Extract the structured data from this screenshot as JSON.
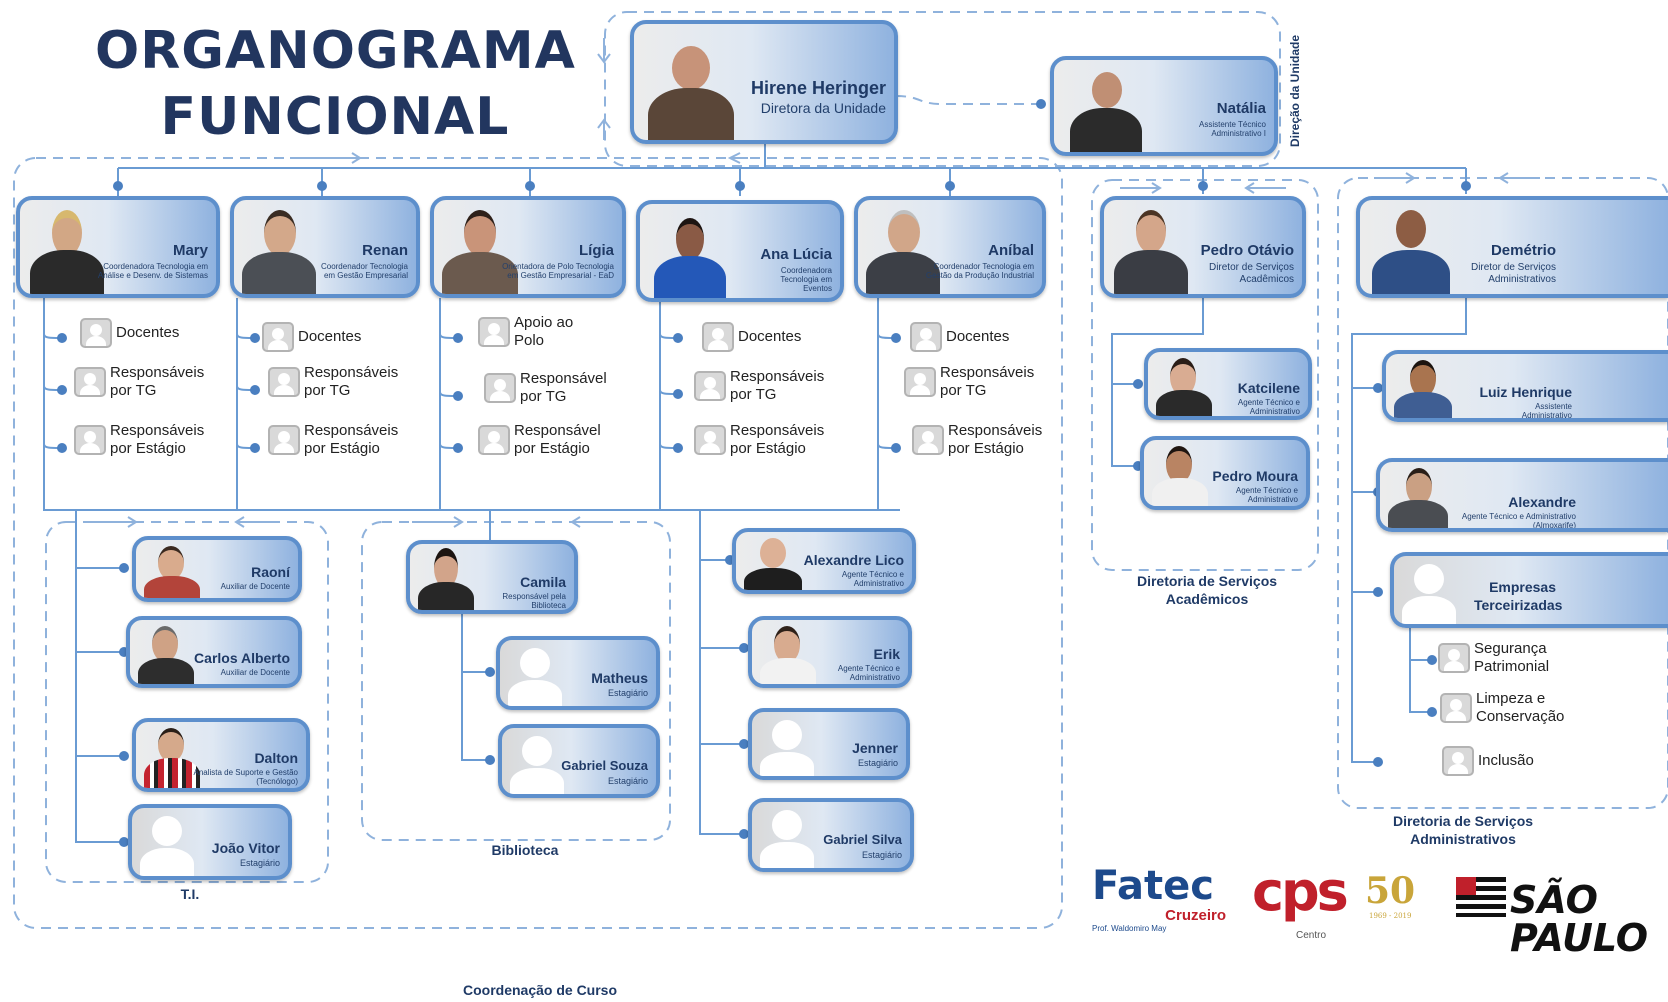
{
  "title": {
    "line1": "ORGANOGRAMA",
    "line2": "FUNCIONAL"
  },
  "direction_label": "Direção da Unidade",
  "director": {
    "name": "Hirene Heringer",
    "role": "Diretora da Unidade"
  },
  "assistant": {
    "name": "Natália",
    "role": "Assistente Técnico Administrativo I"
  },
  "coordinators": [
    {
      "name": "Mary",
      "role": "Coordenadora Tecnologia em Análise e Desenv. de Sistemas",
      "items": [
        "Docentes",
        "Responsáveis por TG",
        "Responsáveis por Estágio"
      ]
    },
    {
      "name": "Renan",
      "role": "Coordenador Tecnologia em Gestão Empresarial",
      "items": [
        "Docentes",
        "Responsáveis por TG",
        "Responsáveis por Estágio"
      ]
    },
    {
      "name": "Lígia",
      "role": "Orientadora de Polo Tecnologia em Gestão Empresarial - EaD",
      "items": [
        "Apoio ao Polo",
        "Responsável por TG",
        "Responsável por Estágio"
      ]
    },
    {
      "name": "Ana Lúcia",
      "role": "Coordenadora Tecnologia em Eventos",
      "items": [
        "Docentes",
        "Responsáveis por TG",
        "Responsáveis por Estágio"
      ]
    },
    {
      "name": "Aníbal",
      "role": "Coordenador Tecnologia em Gestão da Produção Industrial",
      "items": [
        "Docentes",
        "Responsáveis por TG",
        "Responsáveis por Estágio"
      ]
    }
  ],
  "ti": {
    "label": "T.I.",
    "staff": [
      {
        "name": "Raoní",
        "role": "Auxiliar de Docente"
      },
      {
        "name": "Carlos Alberto",
        "role": "Auxiliar de Docente"
      },
      {
        "name": "Dalton",
        "role": "Analista de Suporte e Gestão (Tecnólogo)"
      },
      {
        "name": "João Vitor",
        "role": "Estagiário"
      }
    ]
  },
  "biblioteca": {
    "label": "Biblioteca",
    "head": {
      "name": "Camila",
      "role": "Responsável pela Biblioteca"
    },
    "staff": [
      {
        "name": "Matheus",
        "role": "Estagiário"
      },
      {
        "name": "Gabriel Souza",
        "role": "Estagiário"
      }
    ]
  },
  "course_staff": [
    {
      "name": "Alexandre Lico",
      "role": "Agente Técnico e Administrativo"
    },
    {
      "name": "Erik",
      "role": "Agente Técnico e Administrativo"
    },
    {
      "name": "Jenner",
      "role": "Estagiário"
    },
    {
      "name": "Gabriel Silva",
      "role": "Estagiário"
    }
  ],
  "coordenacao_label": "Coordenação de Curso",
  "academic": {
    "label": "Diretoria de Serviços Acadêmicos",
    "director": {
      "name": "Pedro Otávio",
      "role": "Diretor de Serviços Acadêmicos"
    },
    "staff": [
      {
        "name": "Katcilene",
        "role": "Agente Técnico e Administrativo"
      },
      {
        "name": "Pedro Moura",
        "role": "Agente Técnico e Administrativo"
      }
    ]
  },
  "admin": {
    "label": "Diretoria de Serviços Administrativos",
    "director": {
      "name": "Demétrio",
      "role": "Diretor de Serviços Administrativos"
    },
    "staff": [
      {
        "name": "Luiz Henrique",
        "role": "Assistente Administrativo"
      },
      {
        "name": "Alexandre",
        "role": "Agente Técnico e Administrativo (Almoxarife)"
      }
    ],
    "outsourced": {
      "name": "Empresas Terceirizadas",
      "items": [
        "Segurança Patrimonial",
        "Limpeza e Conservação",
        "Inclusão"
      ]
    }
  },
  "logos": {
    "fatec": "Fatec",
    "fatec_city": "Cruzeiro",
    "fatec_patron": "Prof. Waldomiro May",
    "cps": "cps",
    "cps_sub": "Centro",
    "anniversary": "50",
    "anniversary_years": "1969 - 2019",
    "state": "SÃO PAULO"
  }
}
